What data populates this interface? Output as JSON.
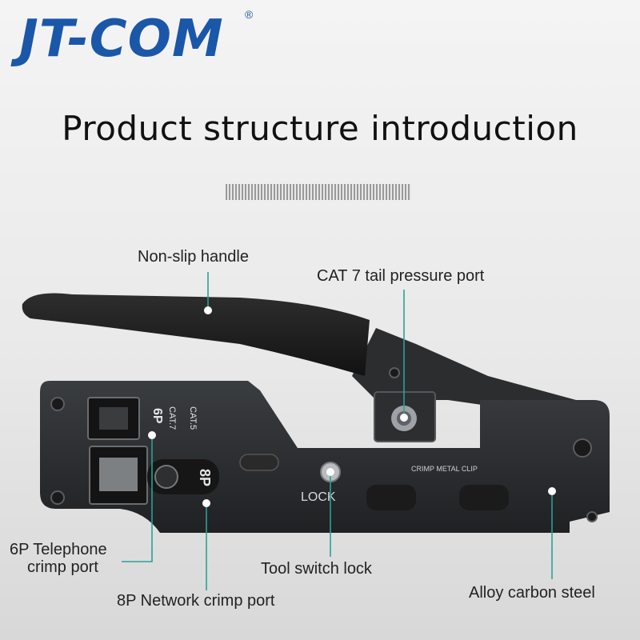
{
  "brand": {
    "name": "JT-COM",
    "registered": "®",
    "color": "#1a57a8"
  },
  "title": "Product structure introduction",
  "callouts": {
    "handle": "Non-slip handle",
    "cat7_port": "CAT 7 tail pressure port",
    "tel_port_line1": "6P Telephone",
    "tel_port_line2": "crimp port",
    "switch_lock": "Tool switch lock",
    "network_port": "8P Network crimp port",
    "steel": "Alloy carbon steel"
  },
  "tool_markings": {
    "six_p": "6P",
    "eight_p": "8P",
    "cat7": "CAT.7",
    "cat5": "CAT.5",
    "lock": "LOCK",
    "crimp_metal_clip": "CRIMP METAL CLIP"
  },
  "colors": {
    "leader_line": "#2aa198",
    "tool_body": "#2a2c2e",
    "handle": "#1d1d1d"
  }
}
